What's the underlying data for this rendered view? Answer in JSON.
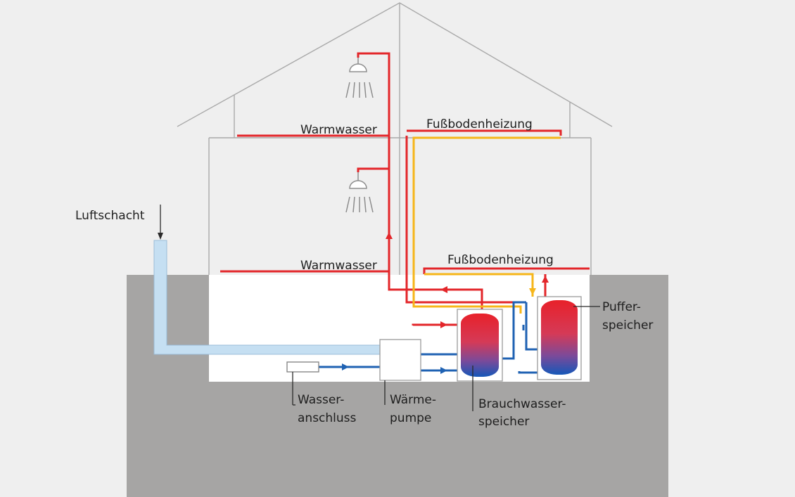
{
  "labels": {
    "luftschacht": "Luftschacht",
    "warmwasser_upper": "Warmwasser",
    "warmwasser_lower": "Warmwasser",
    "fussboden_upper": "Fußbodenheizung",
    "fussboden_lower": "Fußbodenheizung",
    "puffer_line1": "Puffer-",
    "puffer_line2": "speicher",
    "wasser_line1": "Wasser-",
    "wasser_line2": "anschluss",
    "waerme_line1": "Wärme-",
    "waerme_line2": "pumpe",
    "brauch_line1": "Brauchwasser-",
    "brauch_line2": "speicher"
  },
  "colors": {
    "background": "#efefef",
    "ground": "#a6a5a4",
    "basement": "#ffffff",
    "air_duct": "#c5dff2",
    "hot_water": "#e3262a",
    "floor_heating": "#f6b61a",
    "cold_water": "#1f62b3",
    "house_outline": "#a9a9a9"
  },
  "icons": [
    "shower-icon",
    "shower-icon"
  ]
}
